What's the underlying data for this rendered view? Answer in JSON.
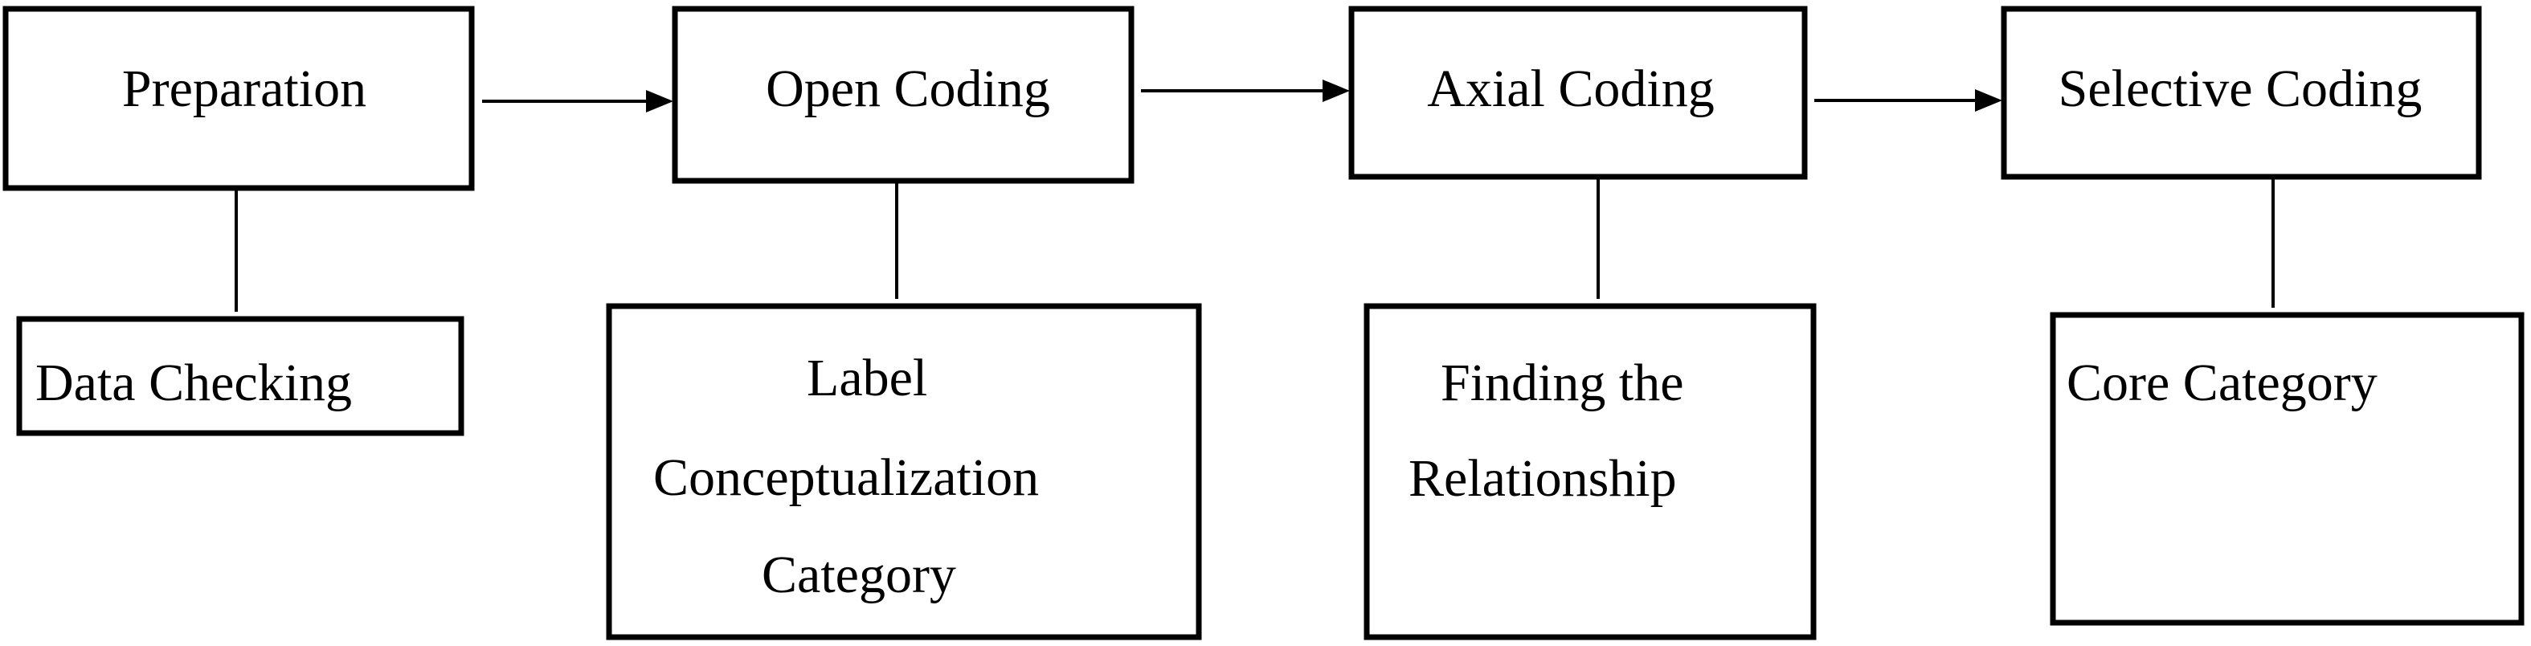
{
  "stages": [
    {
      "id": "preparation",
      "label": "Preparation"
    },
    {
      "id": "open-coding",
      "label": "Open Coding"
    },
    {
      "id": "axial-coding",
      "label": "Axial Coding"
    },
    {
      "id": "selective-coding",
      "label": "Selective Coding"
    }
  ],
  "details": [
    {
      "id": "data-checking",
      "lines": [
        "Data Checking"
      ]
    },
    {
      "id": "label-conceptualization-category",
      "lines": [
        "Label",
        "Conceptualization",
        "Category"
      ]
    },
    {
      "id": "finding-the-relationship",
      "lines": [
        "Finding the",
        "Relationship"
      ]
    },
    {
      "id": "core-category",
      "lines": [
        "Core Category"
      ]
    }
  ],
  "colors": {
    "stroke": "#000000",
    "background": "#ffffff"
  }
}
